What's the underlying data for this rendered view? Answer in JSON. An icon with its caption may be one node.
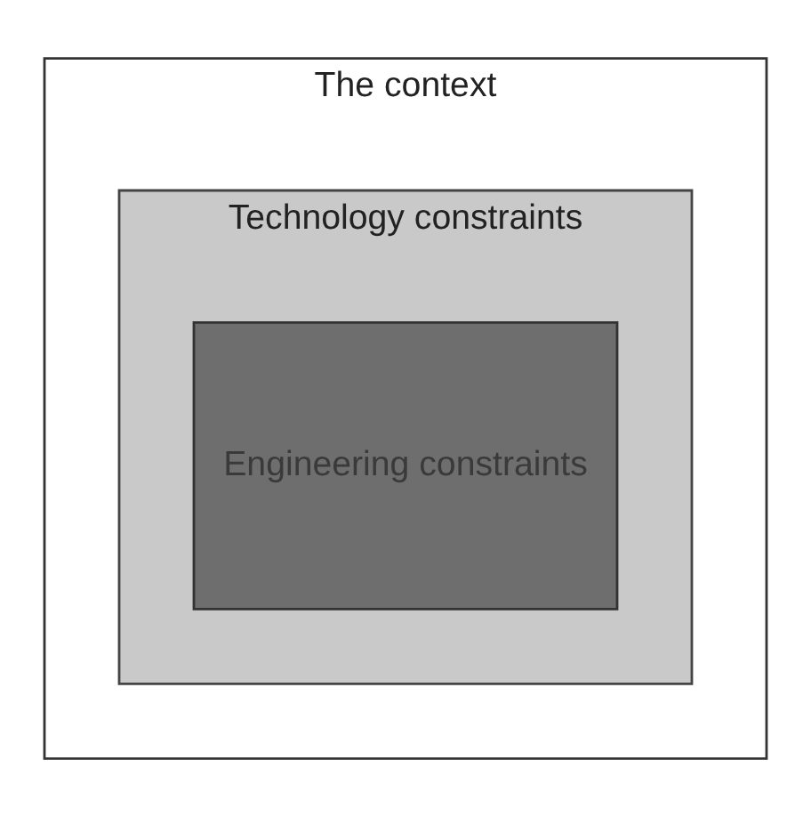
{
  "diagram": {
    "nodes": [
      {
        "text": [
          "The context"
        ]
      },
      {
        "text": [
          "Technology constraints"
        ],
        "in": 0
      },
      {
        "text": [
          "Engineering constraints"
        ],
        "in": 1
      }
    ]
  }
}
